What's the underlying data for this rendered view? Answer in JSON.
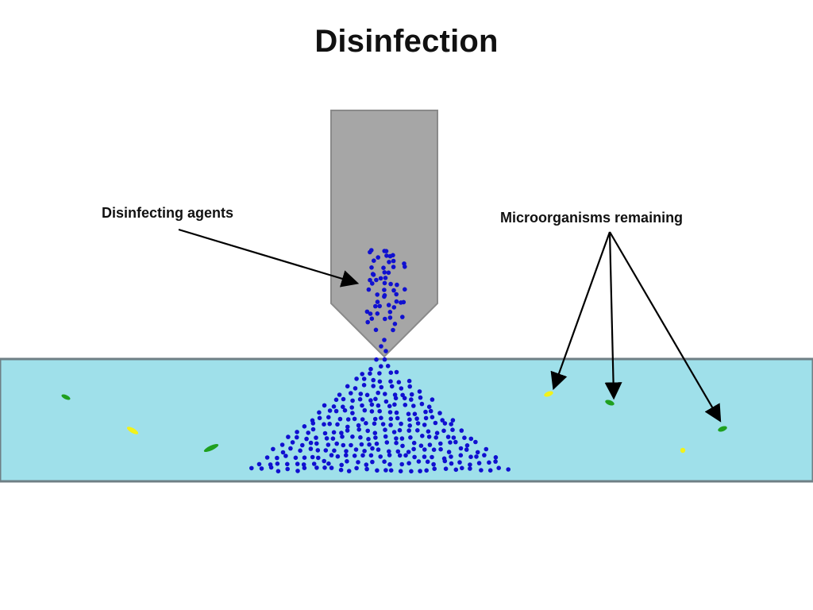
{
  "title": "Disinfection",
  "labels": {
    "agents": "Disinfecting agents",
    "microorganisms": "Microorganisms remaining"
  },
  "colors": {
    "water": "#9fe0ea",
    "water_border": "#6f7f85",
    "nozzle": "#a6a6a6",
    "nozzle_border": "#8a8a8a",
    "agent_dot": "#1010d0",
    "microbe_green": "#1fa01f",
    "microbe_yellow": "#f2f21a",
    "arrow": "#000000"
  },
  "icons": [
    "nozzle-shape",
    "water-channel",
    "agent-particle",
    "microorganism",
    "pointer-arrow"
  ]
}
